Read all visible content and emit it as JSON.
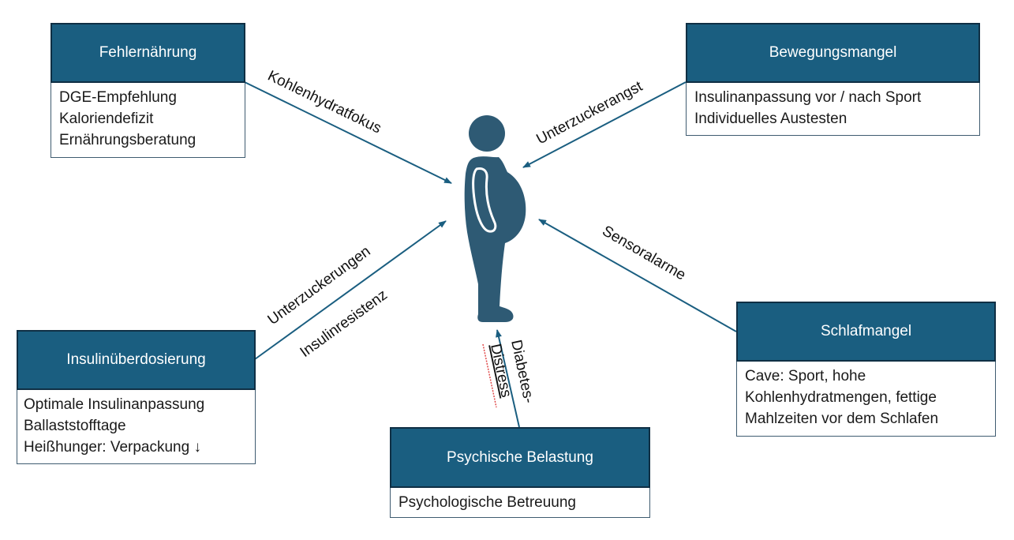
{
  "diagram": {
    "title_figure": "pregnant-person-figure",
    "colors": {
      "header_fill": "#1a5e80",
      "header_border": "#0f2f44",
      "arrow": "#1a5e80",
      "figure": "#2e5a74",
      "spellcheck_underline": "#e04848"
    },
    "boxes": {
      "fehlernaehrung": {
        "title": "Fehlernährung",
        "items": [
          "DGE-Empfehlung",
          "Kaloriendefizit",
          "Ernährungsberatung"
        ]
      },
      "bewegungsmangel": {
        "title": "Bewegungsmangel",
        "items": [
          "Insulinanpassung vor / nach Sport",
          "Individuelles Austesten"
        ]
      },
      "insulinueberdosierung": {
        "title": "Insulinüberdosierung",
        "items": [
          "Optimale Insulinanpassung",
          "Ballaststofftage",
          "Heißhunger: Verpackung ↓"
        ]
      },
      "schlafmangel": {
        "title": "Schlafmangel",
        "items": [
          "Cave: Sport, hohe",
          "Kohlenhydratmengen, fettige",
          "Mahlzeiten vor dem Schlafen"
        ]
      },
      "psychische_belastung": {
        "title": "Psychische Belastung",
        "items": [
          "Psychologische Betreuung"
        ]
      }
    },
    "arrow_labels": {
      "fehlernaehrung": "Kohlenhydratfokus",
      "bewegungsmangel": "Unterzuckerangst",
      "insulin_top": "Unterzuckerungen",
      "insulin_bottom": "Insulinresistenz",
      "schlafmangel": "Sensoralarme",
      "psychisch_line1": "Diabetes-",
      "psychisch_line2": "Distress"
    }
  }
}
